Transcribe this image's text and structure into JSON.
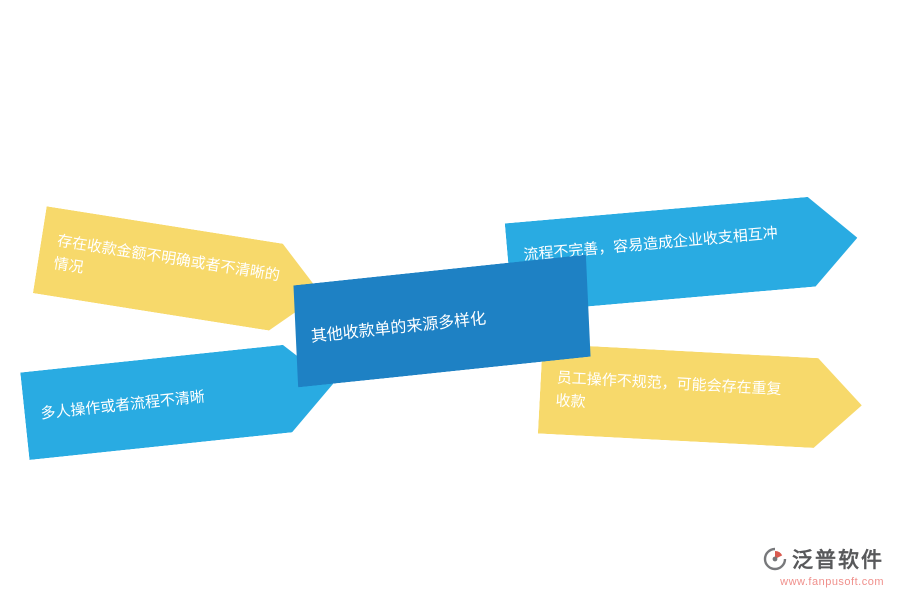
{
  "page": {
    "background": "#ffffff"
  },
  "diagram": {
    "center": {
      "label": "其他收款单的来源多样化",
      "color": "#1E81C4",
      "text_color": "#ffffff"
    },
    "arrows": [
      {
        "id": "top-left",
        "label": "存在收款金额不明确或者不清晰的情况",
        "color": "#F7D96B",
        "text_color": "#ffffff"
      },
      {
        "id": "top-right",
        "label": "流程不完善，容易造成企业收支相互冲突",
        "color": "#29ABE2",
        "text_color": "#ffffff"
      },
      {
        "id": "bottom-left",
        "label": "多人操作或者流程不清晰",
        "color": "#29ABE2",
        "text_color": "#ffffff"
      },
      {
        "id": "bottom-right",
        "label": "员工操作不规范，可能会存在重复收款",
        "color": "#F7D96B",
        "text_color": "#ffffff"
      }
    ]
  },
  "footer": {
    "brand": "泛普软件",
    "website": "www.fanpusoft.com",
    "brand_color": "#58595B",
    "website_color": "#F0908C",
    "logo_gray": "#77787B",
    "logo_red": "#D95B50"
  }
}
